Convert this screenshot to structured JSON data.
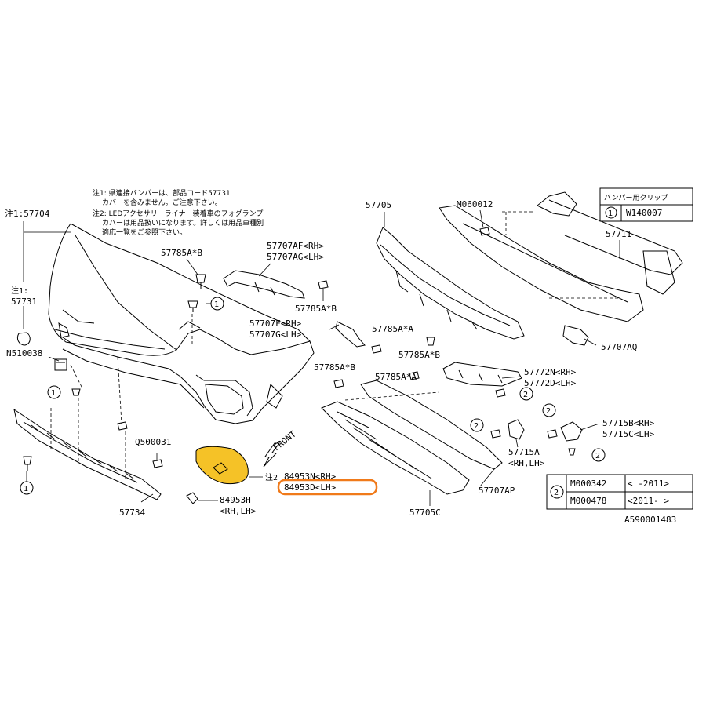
{
  "notes": {
    "note1": "注1: 県連接バンパーは、部品コード57731",
    "note1b": "カバーを含みません。ご注意下さい。",
    "note2": "注2: LEDアクセサリーライナー装着車のフォグランプ",
    "note2b": "カバーは用品扱いになります。詳しくは用品車種別",
    "note2c": "適応一覧をご参照下さい。"
  },
  "clip_table": {
    "header": "バンパー用クリップ",
    "num": "1",
    "code": "W140007"
  },
  "labels": {
    "p57704": "注1:57704",
    "p57731a": "注1:",
    "p57731b": "57731",
    "n510038": "N510038",
    "p57785a_b1": "57785A*B",
    "p57707af": "57707AF<RH>",
    "p57707ag": "57707AG<LH>",
    "p57785a_b2": "57785A*B",
    "p57707f": "57707F<RH>",
    "p57707g": "57707G<LH>",
    "p57705": "57705",
    "m060012": "M060012",
    "p57711": "57711",
    "p57785a_a1": "57785A*A",
    "p57785a_b3": "57785A*B",
    "p57785a_b4": "57785A*B",
    "p57785a_a2": "57785A*A",
    "p57707aq": "57707AQ",
    "p57772n": "57772N<RH>",
    "p57772d": "57772D<LH>",
    "q500031": "Q500031",
    "front": "FRONT",
    "note2_ref": "注2",
    "p84953n": "84953N<RH>",
    "p84953d": "84953D<LH>",
    "p84953h": "84953H",
    "p84953h_side": "<RH,LH>",
    "p57734": "57734",
    "p57705c": "57705C",
    "p57707ap": "57707AP",
    "p57715a": "57715A",
    "p57715a_side": "<RH,LH>",
    "p57715b": "57715B<RH>",
    "p57715c": "57715C<LH>",
    "diagram_id": "A590001483"
  },
  "callouts": {
    "one": "1",
    "two": "2"
  },
  "m_table": {
    "num": "2",
    "rows": [
      {
        "code": "M000342",
        "range": "<   -2011>"
      },
      {
        "code": "M000478",
        "range": "<2011-   >"
      }
    ]
  },
  "colors": {
    "highlight_fill": "#f5c227",
    "highlight_box": "#f07a1a"
  }
}
